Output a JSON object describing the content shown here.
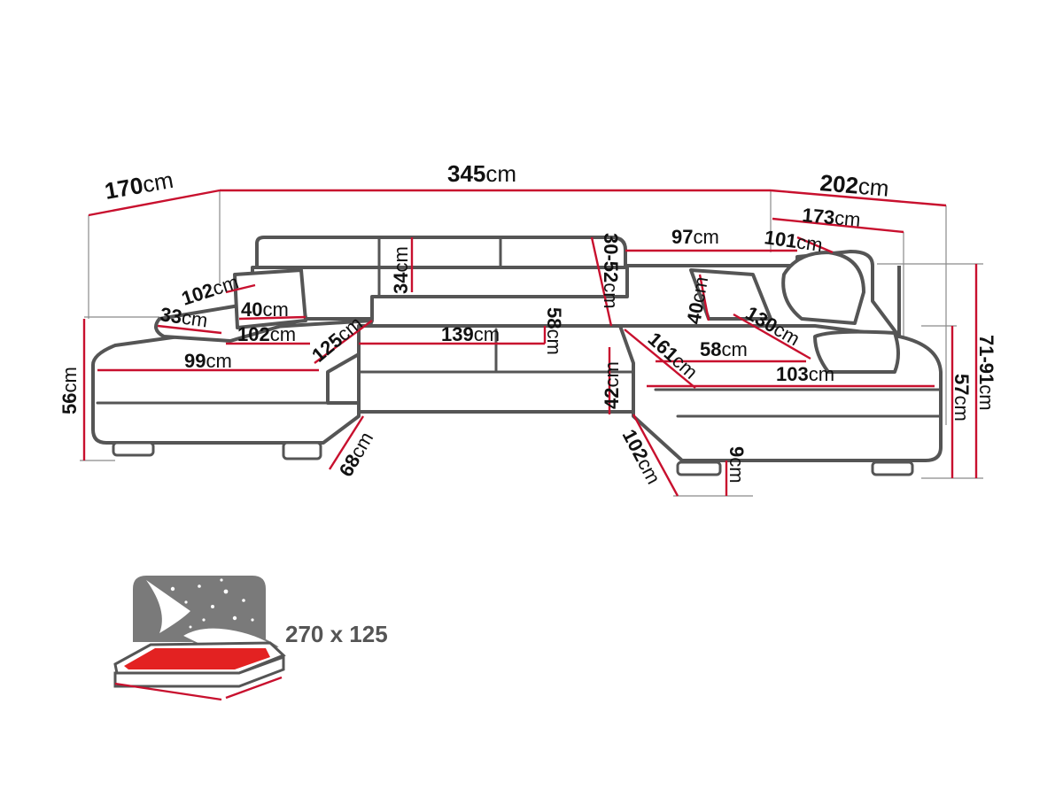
{
  "dimensions": {
    "total_width": {
      "value": "345",
      "unit": "cm"
    },
    "left_depth": {
      "value": "170",
      "unit": "cm"
    },
    "right_depth": {
      "value": "202",
      "unit": "cm"
    },
    "right_inner": {
      "value": "173",
      "unit": "cm"
    },
    "back_seat_top": {
      "value": "97",
      "unit": "cm"
    },
    "right_chaise_top": {
      "value": "101",
      "unit": "cm"
    },
    "left_back_length": {
      "value": "102",
      "unit": "cm"
    },
    "pillow_width": {
      "value": "40",
      "unit": "cm"
    },
    "armrest_small": {
      "value": "33",
      "unit": "cm"
    },
    "left_seat_width": {
      "value": "102",
      "unit": "cm"
    },
    "left_chaise_front": {
      "value": "99",
      "unit": "cm"
    },
    "left_chaise_side": {
      "value": "125",
      "unit": "cm"
    },
    "backrest_height": {
      "value": "34",
      "unit": "cm"
    },
    "middle_seat": {
      "value": "139",
      "unit": "cm"
    },
    "seat_depth": {
      "value": "58",
      "unit": "cm"
    },
    "headrest_range": {
      "value": "30-52",
      "unit": "cm"
    },
    "right_pillow": {
      "value": "40",
      "unit": "cm"
    },
    "right_diag": {
      "value": "130",
      "unit": "cm"
    },
    "right_chaise_side": {
      "value": "161",
      "unit": "cm"
    },
    "right_seat_depth": {
      "value": "58",
      "unit": "cm"
    },
    "right_chaise_front": {
      "value": "103",
      "unit": "cm"
    },
    "seat_height": {
      "value": "42",
      "unit": "cm"
    },
    "left_height": {
      "value": "56",
      "unit": "cm"
    },
    "right_height": {
      "value": "57",
      "unit": "cm"
    },
    "headrest_height": {
      "value": "71-91",
      "unit": "cm"
    },
    "middle_depth": {
      "value": "68",
      "unit": "cm"
    },
    "right_middle_depth": {
      "value": "102",
      "unit": "cm"
    },
    "leg_height": {
      "value": "9",
      "unit": "cm"
    }
  },
  "bed": {
    "size_label": "270 x 125"
  },
  "colors": {
    "outline": "#555555",
    "dimension_line": "#c8102e",
    "guide_line": "#8a8a8a",
    "bed_fill": "#e32222",
    "night_sky": "#7a7a7a"
  },
  "icons": {
    "bed_function": "sofa-bed-night-icon"
  }
}
